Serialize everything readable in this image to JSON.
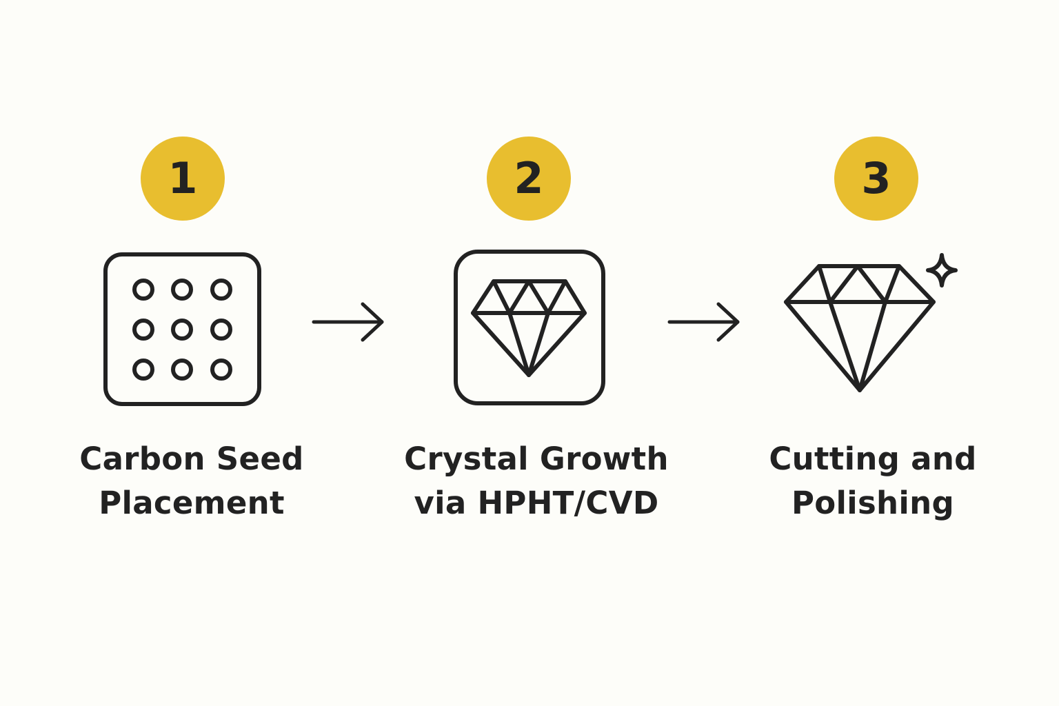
{
  "steps": [
    {
      "number": "1",
      "icon": "carbon-seed-grid-icon",
      "label_line1": "Carbon Seed",
      "label_line2": "Placement"
    },
    {
      "number": "2",
      "icon": "diamond-in-box-icon",
      "label_line1": "Crystal Growth",
      "label_line2": "via HPHT/CVD"
    },
    {
      "number": "3",
      "icon": "sparkling-diamond-icon",
      "label_line1": "Cutting and",
      "label_line2": "Polishing"
    }
  ],
  "colors": {
    "background": "#FDFDF9",
    "badge": "#E8BE2F",
    "ink": "#222222"
  }
}
